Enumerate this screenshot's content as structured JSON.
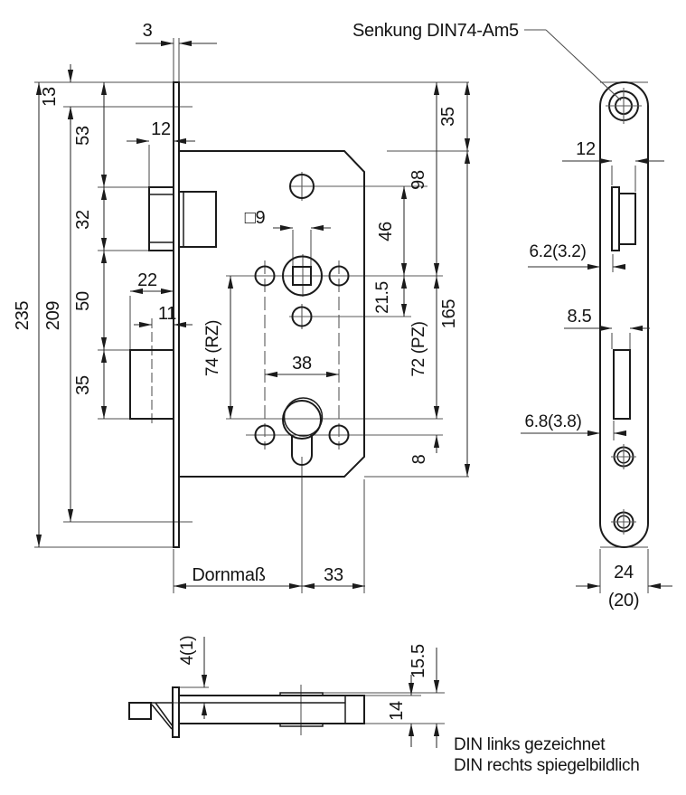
{
  "annotations": {
    "senkung_callout": "Senkung DIN74-Am5",
    "note_line1": "DIN links gezeichnet",
    "note_line2": "DIN rechts spiegelbildlich"
  },
  "dims": {
    "front": {
      "faceplate_thickness": "3",
      "top_margin": "13",
      "faceplate_top_to_latch": "53",
      "latch_height": "32",
      "latch_to_bolt": "50",
      "bolt_height": "35",
      "faceplate_length": "235",
      "length_below_top": "209",
      "latch_depth": "12",
      "bolt_width": "22",
      "bolt_throw": "11",
      "spindle_square": "□9",
      "axis_distance_rz": "74 (RZ)",
      "screw_spacing": "38",
      "backset": "Dornmaß",
      "behind_axis": "33",
      "top_to_case": "35",
      "top_to_spindle": "98",
      "hole_to_spindle": "46",
      "spindle_to_hole": "21.5",
      "axis_distance_pz": "72 (PZ)",
      "case_height": "165",
      "axis_to_screw": "8"
    },
    "plate": {
      "latch_cutout_width": "12",
      "latch_protrusion": "6.2(3.2)",
      "bolt_cutout_width": "8.5",
      "bolt_protrusion": "6.8(3.8)",
      "plate_width": "24",
      "plate_width_alt": "(20)"
    },
    "bottom": {
      "latch_offset": "4(1)",
      "case_depth_with_tabs": "15.5",
      "case_depth": "14"
    }
  }
}
